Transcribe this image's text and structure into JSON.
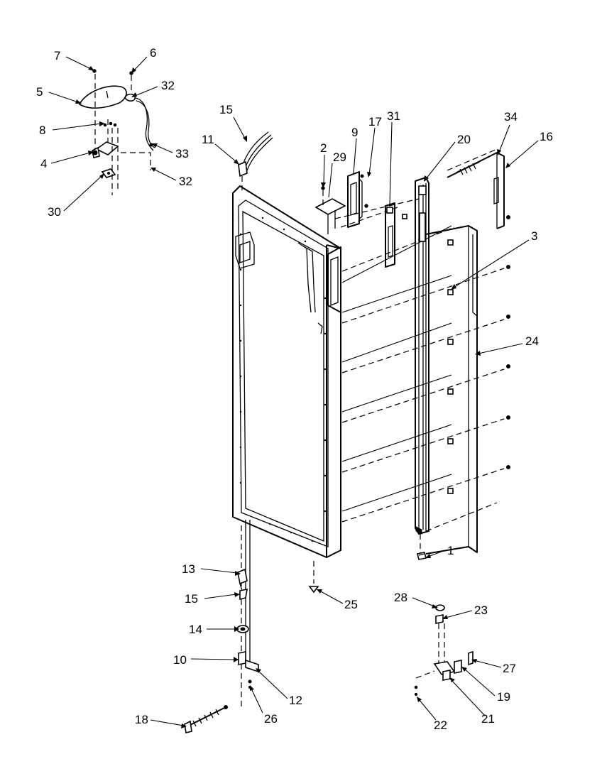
{
  "callouts": [
    {
      "id": "c7",
      "text": "7"
    },
    {
      "id": "c6",
      "text": "6"
    },
    {
      "id": "c5",
      "text": "5"
    },
    {
      "id": "c32a",
      "text": "32"
    },
    {
      "id": "c8",
      "text": "8"
    },
    {
      "id": "c4",
      "text": "4"
    },
    {
      "id": "c33",
      "text": "33"
    },
    {
      "id": "c32b",
      "text": "32"
    },
    {
      "id": "c30",
      "text": "30"
    },
    {
      "id": "c15a",
      "text": "15"
    },
    {
      "id": "c11",
      "text": "11"
    },
    {
      "id": "c2",
      "text": "2"
    },
    {
      "id": "c29",
      "text": "29"
    },
    {
      "id": "c9",
      "text": "9"
    },
    {
      "id": "c17",
      "text": "17"
    },
    {
      "id": "c31",
      "text": "31"
    },
    {
      "id": "c20",
      "text": "20"
    },
    {
      "id": "c34",
      "text": "34"
    },
    {
      "id": "c16",
      "text": "16"
    },
    {
      "id": "c3",
      "text": "3"
    },
    {
      "id": "c24",
      "text": "24"
    },
    {
      "id": "c1",
      "text": "1"
    },
    {
      "id": "c13",
      "text": "13"
    },
    {
      "id": "c15b",
      "text": "15"
    },
    {
      "id": "c25",
      "text": "25"
    },
    {
      "id": "c14",
      "text": "14"
    },
    {
      "id": "c10",
      "text": "10"
    },
    {
      "id": "c12",
      "text": "12"
    },
    {
      "id": "c18",
      "text": "18"
    },
    {
      "id": "c26",
      "text": "26"
    },
    {
      "id": "c28",
      "text": "28"
    },
    {
      "id": "c23",
      "text": "23"
    },
    {
      "id": "c27",
      "text": "27"
    },
    {
      "id": "c19",
      "text": "19"
    },
    {
      "id": "c21",
      "text": "21"
    },
    {
      "id": "c22",
      "text": "22"
    }
  ]
}
